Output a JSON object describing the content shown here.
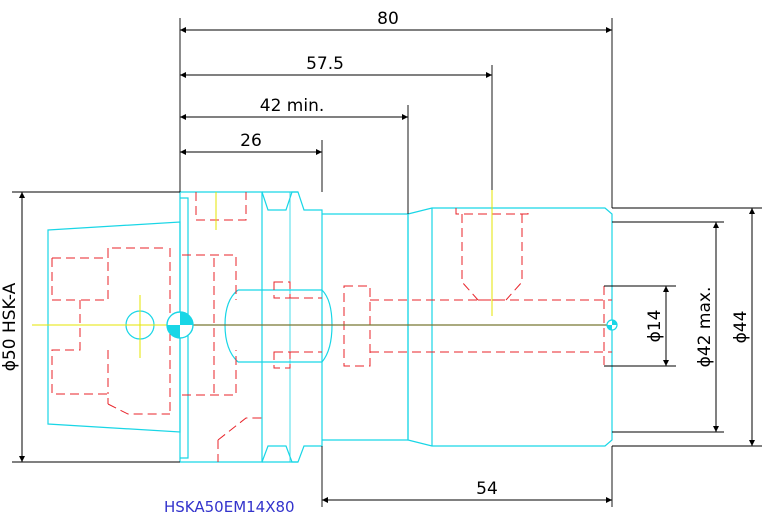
{
  "drawing": {
    "dimensions": {
      "overall_length": "80",
      "bore_depth": "57.5",
      "min_length": "42 min.",
      "flange_length": "26",
      "body_length": "54",
      "shank_diameter": "ϕ50 HSK-A",
      "bore_diameter": "ϕ14",
      "max_diameter": "ϕ42 max.",
      "body_diameter": "ϕ44"
    },
    "part_code": "HSKA50EM14X80"
  },
  "colors": {
    "outline": "#19d6e6",
    "hidden_lines": "#e8232a",
    "center_lines": "#e6e600",
    "dimensions": "#000000",
    "part_code": "#3333cc"
  }
}
